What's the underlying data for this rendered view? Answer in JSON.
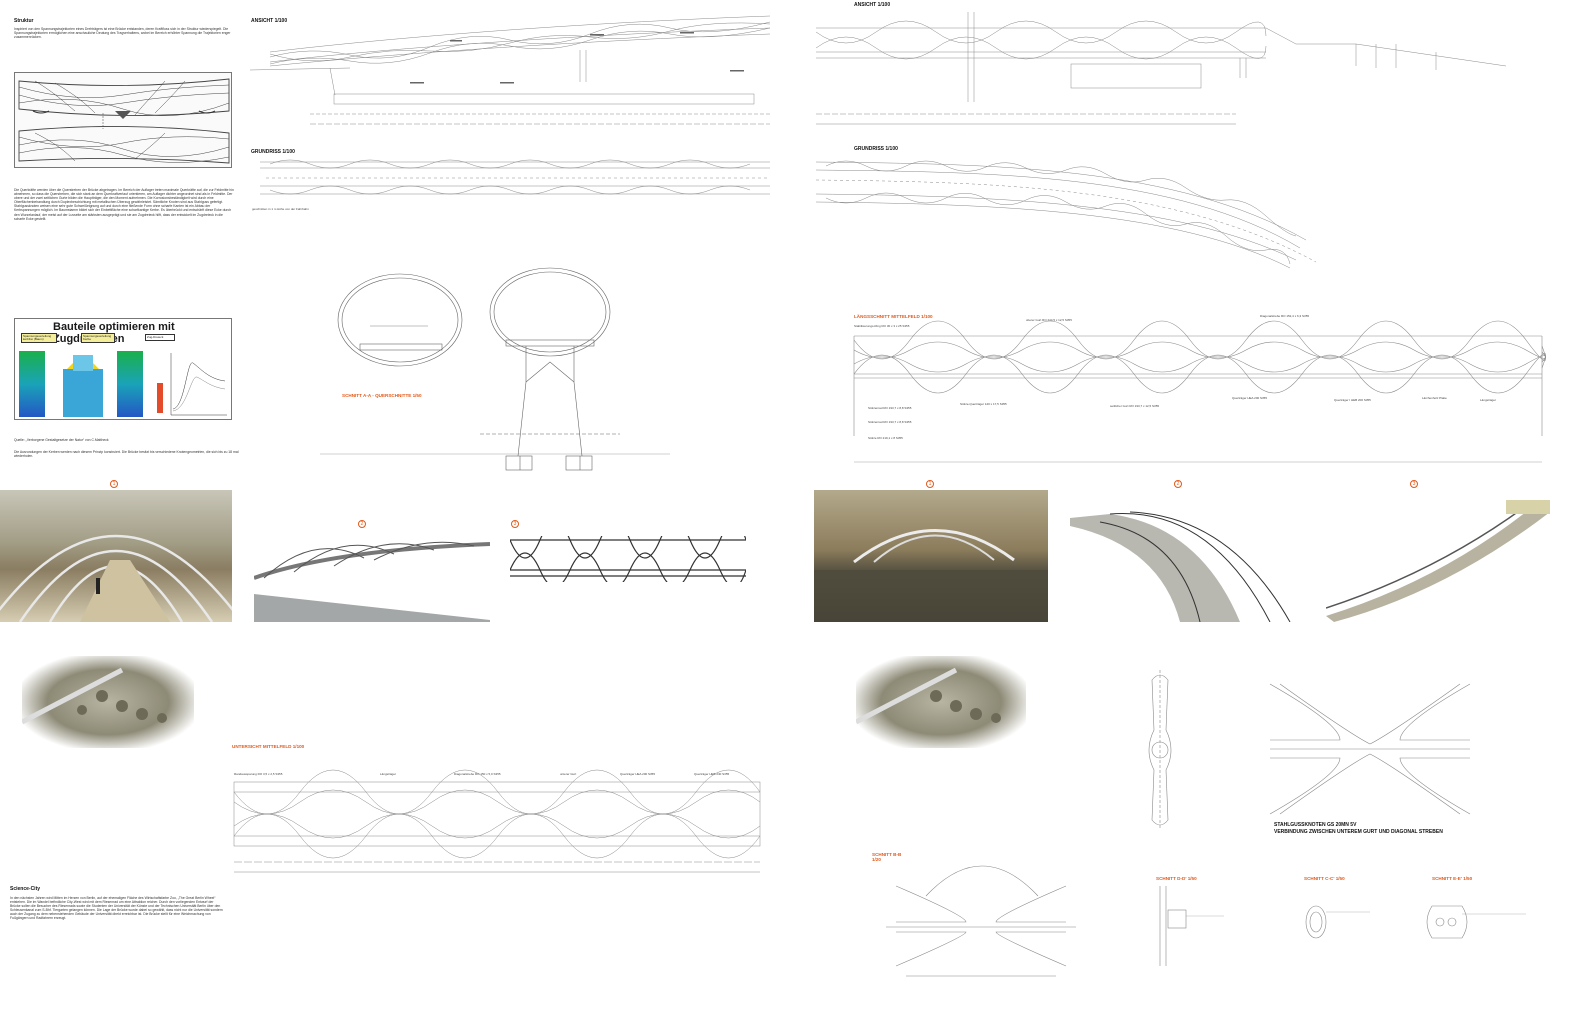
{
  "colors": {
    "accent_orange": "#e25a1c",
    "line_gray": "#8a8a8a",
    "drawing_ink": "#555555",
    "legend_yellow": "#f4ee9a"
  },
  "left_sheet": {
    "struktur_title": "Struktur",
    "struktur_text": "Inspiriert von den Spannungstrajektorien eines Drehträgers ist eine Brücke entstanden, deren Kraftfluss sich in der Struktur wiederspiegelt. Die Spannungstrajektorien ermöglichen eine anschauliche Deutung des Tragverhaltens, wobei im Bereich erhöhter Spannung die Trajektorien enger zusammenrücken.",
    "querkraefte_text": "Die Querkräfte werden über die Querstreben der Brücke abgetragen. Im Bereich der Auflager treten maximale Querkräfte auf, die zur Feldmitte hin abnehmen, so dass die Querstreben, die sich stark an dem Querkraftverlauf orientieren, am Auflager dichter angeordnet sind als in Feldmitte. Der obere und der zwei seitlichen Gurte bilden die Hauptträger, die den Moment aufnehmen. Die Korrosionsbeständigkeit wird durch eine Oberflächenbehandlung durch Duplexbeschichtung mit metallischen Überzug gewährleistet. Sämtliche Knoten sind aus Stahlguss gefertigt. Stahlgussknoten weisen eine sehr gute Schweißeignung auf und durch eine fließende Form ohne scharfe Kanten ist ein Abbau der Kerbspannungen möglich. Im Baumstamm bildet sich der Einbettfläche eine scharfkantige Kerbe. Es überbrückt und entschärft diese Ecke durch den Wurzelanlauf, der meist auf der Luvseite am stärksten ausgeprägt und sie am Zugdreieck hilft, dass der entwickelt im Zugdreieck in die scharfe Ecke gestellt.",
    "zugdreieck_title": "Bauteile optimieren mit Zugdreiecken",
    "zugdreieck_legend": [
      "Spannungsverteilung kerbfrei (Baum)",
      "Spannungsverteilung Kerbe",
      "Zug-Dreieck"
    ],
    "quelle_text": "Quelle: „Verborgene Gestaltgesetze der Natur“ von C.Mattheck",
    "quelle_sub": "Die Ausrundungen der Kerben werden nach diesem Prinzip konstruiert. Die Brücke besitzt bis verschiedene Knotengeometrien, die sich bis zu 18 mal wiederholen.",
    "ansicht_title": "ANSICHT 1/100",
    "grundriss_title": "GRUNDRISS 1/100",
    "grundriss_note": "geschnitten in 1 m Höhe von der Fahrbahn",
    "schnitt_label": "SCHNITT A-A - QUERSCHNITTE 1/50",
    "photo_numbers": [
      "1",
      "2",
      "3"
    ],
    "untersicht_title": "UNTERSICHT MITTELFELD 1/100",
    "untersicht_labels": [
      "Randaussparung RO 3,5 x 2,5 S355",
      "Längsträger",
      "Diagonalstrebe RO 150 x 5,0 S355",
      "unterer Gurt",
      "Querträger HEA 200 S355",
      "Querträger HEB 240 S355"
    ],
    "science_title": "Science-City",
    "science_text": "In den nächsten Jahren wird Mitten im Herzen von Berlin, auf der ehemaligen Fläche des Wirtschaftsfarbe Zoo, „The Great Berlin Wheel“ entstehen. Die im Wandel befindliche City-West wird mit dem Riesenrad um eine Attraktion reicher. Durch den vorliegenden Entwurf der Brücke sollen die Besucher des Riesenrads sowie die Studenten der Universität der Künste und der Technischen Universität Berlin über den Schleusenkanal zum S-Bhf. Tiergarten gelangen können. Die Lage der Brücke wurde dabei so gewählt, dass nicht nur die Universität sondern auch der Zugang zu dem nebenstehenden Gebäude der Universität direkt erreichbar ist. Die Brücke stellt für eine Weichmachung von Fußgängern und Radfahrern erzeugt."
  },
  "right_sheet": {
    "ansicht_title": "ANSICHT 1/100",
    "grundriss_title": "GRUNDRISS 1/100",
    "laengsschnitt_title": "LÄNGSSCHNITT MITTELFELD 1/100",
    "laengsschnitt_labels_top": [
      "Stabilisierungs-Ring RO 30 x 3 x 25 S355",
      "oberer Gurt RO 244,5 x 12,5 S355",
      "Diagonalstrebe RO 152,4 x 6,3 S355"
    ],
    "laengsschnitt_labels_bottom": [
      "Stützenrad RO 193,7 x 8,8 S355",
      "Stütze-Querträger 120 x 17,5 S355",
      "seitlicher Gurt RO 193,7 x 12,5 S355",
      "Querträger HEA 200 S355",
      "Querträger I HEB 200 S355",
      "Lärchenholz Platte",
      "Längsträger"
    ],
    "laengsschnitt_labels_left": [
      "Stützenrad RO 193,7 x 8,8 S355",
      "Stütze RO 219,1 x 8 S355"
    ],
    "photo_numbers": [
      "1",
      "2",
      "3"
    ],
    "knoten_title": "STAHLGUSSKNOTEN GS 20MN 5V",
    "knoten_sub": "VERBINDUNG ZWISCHEN UNTEREM GURT UND DIAGONAL STREBEN",
    "schnitt_bb": "SCHNITT B-B 1/20",
    "schnitt_dd": "SCHNITT D-D' 1/50",
    "schnitt_cc": "SCHNITT C-C' 1/50",
    "schnitt_ee": "SCHNITT E-E' 1/50"
  }
}
